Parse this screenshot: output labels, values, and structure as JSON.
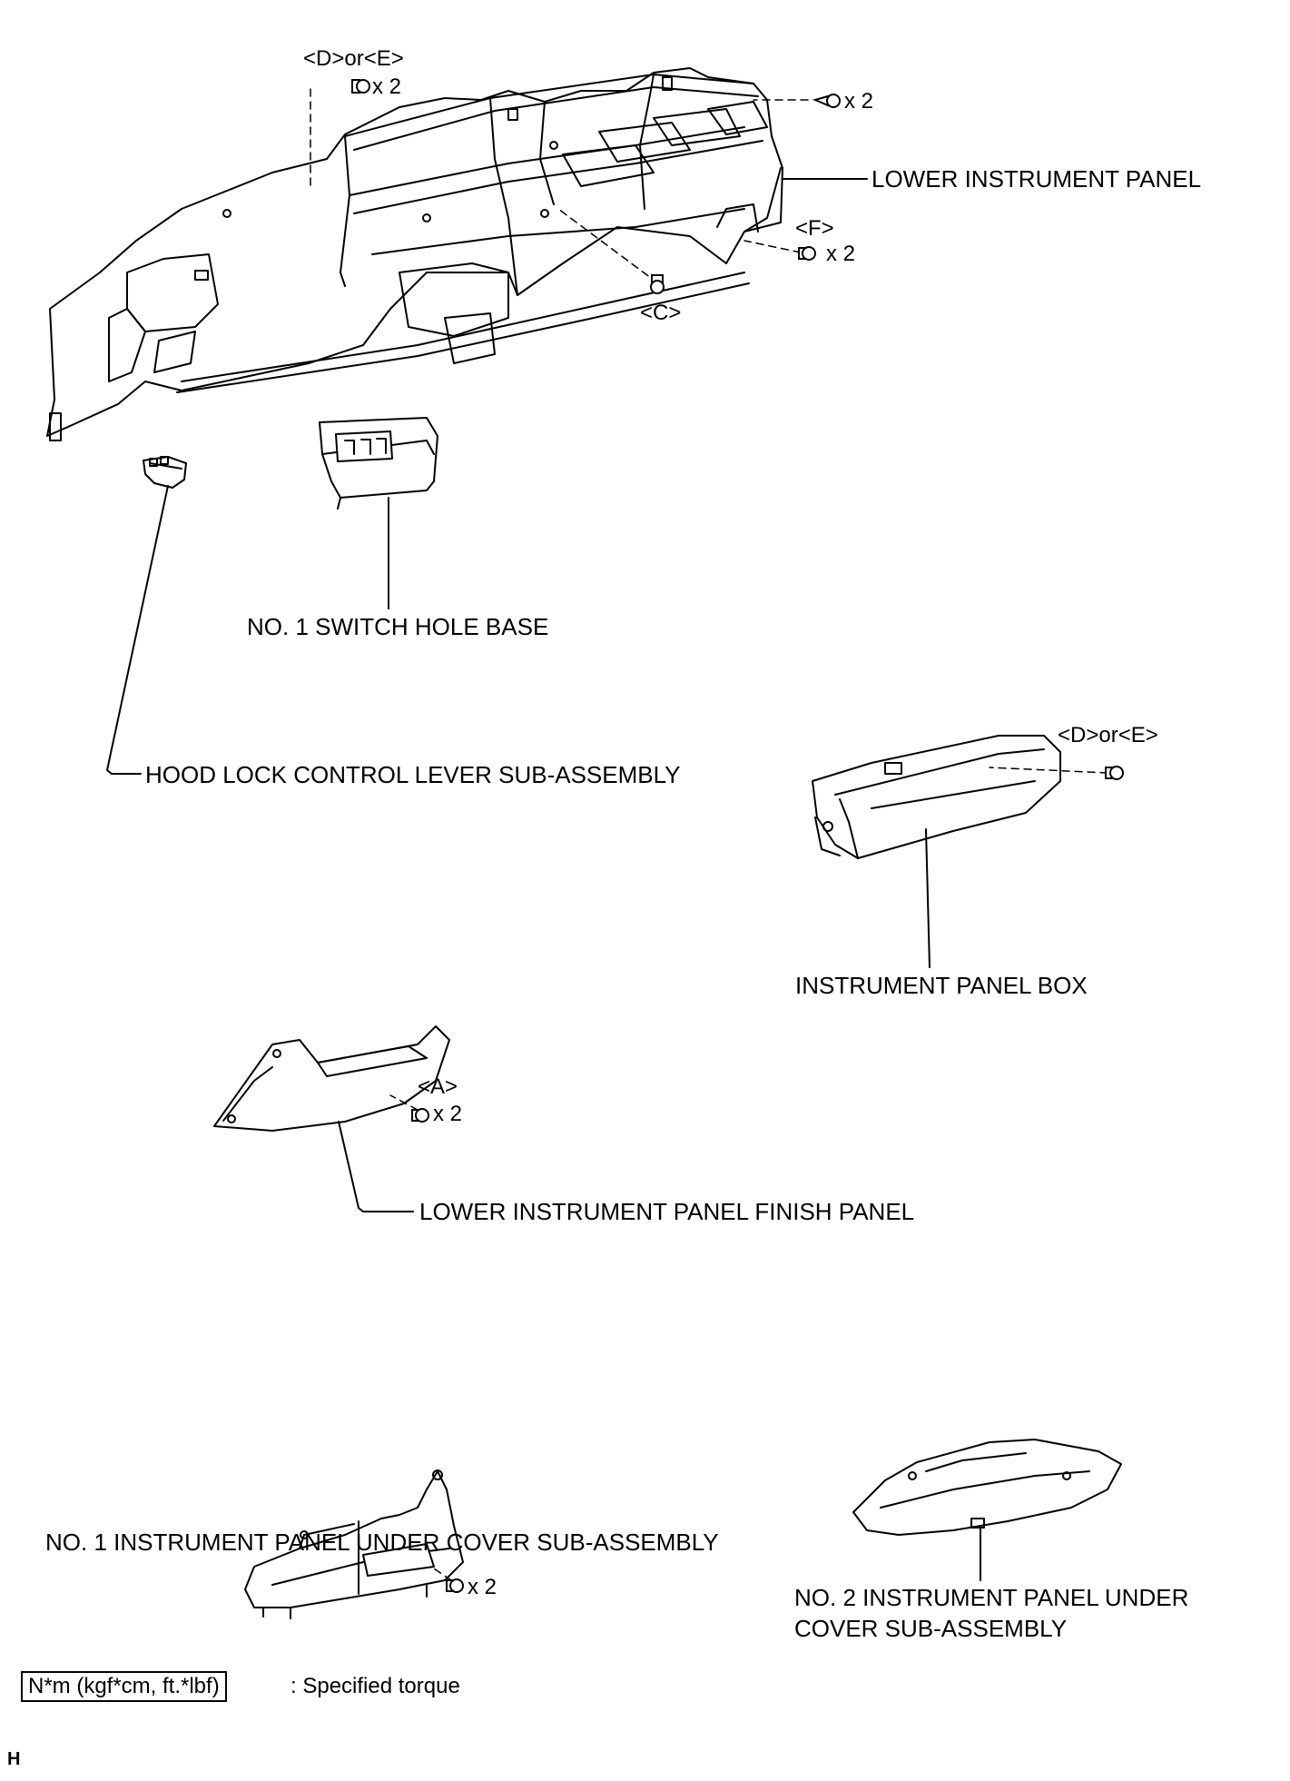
{
  "parts": {
    "lower_instrument_panel": "LOWER INSTRUMENT PANEL",
    "switch_hole_base": "NO. 1 SWITCH HOLE BASE",
    "hood_lock_lever": "HOOD LOCK CONTROL LEVER SUB-ASSEMBLY",
    "instrument_panel_box": "INSTRUMENT PANEL BOX",
    "finish_panel": "LOWER INSTRUMENT PANEL FINISH PANEL",
    "under_cover_1": "NO. 1 INSTRUMENT PANEL UNDER COVER SUB-ASSEMBLY",
    "under_cover_2_line1": "NO. 2 INSTRUMENT PANEL UNDER",
    "under_cover_2_line2": "COVER SUB-ASSEMBLY"
  },
  "fasteners": {
    "top_left_code": "<D>or<E>",
    "top_left_qty": "x 2",
    "top_right_qty": "x 2",
    "f_code": "<F>",
    "f_qty": "x 2",
    "c_code": "<C>",
    "box_code": "<D>or<E>",
    "a_code": "<A>",
    "a_qty": "x 2",
    "under_cover_qty": "x 2"
  },
  "legend": {
    "torque_unit": "N*m (kgf*cm, ft.*lbf)",
    "torque_desc": ": Specified torque"
  },
  "page_mark": "H"
}
